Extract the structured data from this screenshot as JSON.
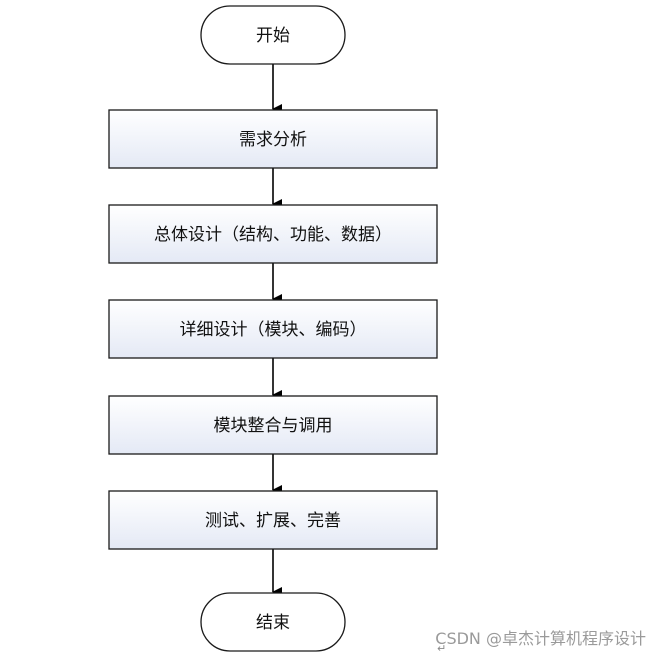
{
  "diagram": {
    "nodes": [
      {
        "id": "start",
        "shape": "terminal",
        "label": "开始"
      },
      {
        "id": "step1",
        "shape": "process",
        "label": "需求分析"
      },
      {
        "id": "step2",
        "shape": "process",
        "label": "总体设计（结构、功能、数据）"
      },
      {
        "id": "step3",
        "shape": "process",
        "label": "详细设计（模块、编码）"
      },
      {
        "id": "step4",
        "shape": "process",
        "label": "模块整合与调用"
      },
      {
        "id": "step5",
        "shape": "process",
        "label": "测试、扩展、完善"
      },
      {
        "id": "end",
        "shape": "terminal",
        "label": "结束"
      }
    ],
    "edges": [
      {
        "from": "start",
        "to": "step1"
      },
      {
        "from": "step1",
        "to": "step2"
      },
      {
        "from": "step2",
        "to": "step3"
      },
      {
        "from": "step3",
        "to": "step4"
      },
      {
        "from": "step4",
        "to": "step5"
      },
      {
        "from": "step5",
        "to": "end"
      }
    ],
    "colors": {
      "stroke": "#1a1a1a",
      "process_fill_top": "#ffffff",
      "process_fill_bottom": "#e4e9f5",
      "terminal_fill": "#ffffff"
    }
  },
  "watermark": {
    "text": "CSDN @卓杰计算机程序设计"
  }
}
